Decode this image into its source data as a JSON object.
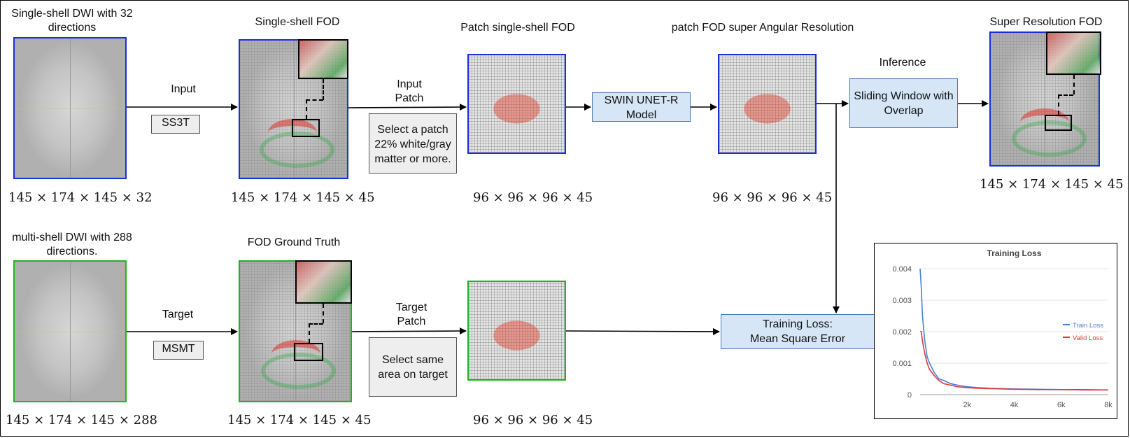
{
  "labels": {
    "dwi_single": "Single-shell DWI with 32 directions",
    "fod_single": "Single-shell FOD",
    "patch_single": "Patch single-shell FOD",
    "patch_sr": "patch FOD super Angular Resolution",
    "sr_fod": "Super Resolution FOD",
    "dwi_multi": "multi-shell DWI with 288 directions.",
    "fod_gt": "FOD Ground Truth",
    "input": "Input",
    "input_patch": "Input Patch",
    "inference": "Inference",
    "target": "Target",
    "target_patch": "Target Patch"
  },
  "boxes": {
    "ss3t": "SS3T",
    "msmt": "MSMT",
    "select_patch": "Select a patch 22% white/gray matter or more.",
    "select_same": "Select same area on target",
    "swin": "SWIN UNET-R Model",
    "sliding": "Sliding Window with Overlap",
    "training_loss_1": "Training Loss:",
    "training_loss_2": "Mean Square Error"
  },
  "dims": {
    "dwi_single": "145 × 174 × 145 × 32",
    "fod_single": "145 × 174 × 145 × 45",
    "patch_single": "96 × 96 × 96 × 45",
    "patch_sr": "96 × 96 × 96 × 45",
    "sr_fod": "145 × 174 × 145 × 45",
    "dwi_multi": "145 × 174 × 145 × 288",
    "fod_gt": "145 × 174 × 145 × 45",
    "patch_target": "96 × 96 × 96 × 45"
  },
  "chart_data": {
    "type": "line",
    "title": "Training Loss",
    "xlabel": "",
    "ylabel": "",
    "x_ticks": [
      "2k",
      "4k",
      "6k",
      "8k"
    ],
    "y_ticks": [
      "0",
      "0.001",
      "0.002",
      "0.003",
      "0.004"
    ],
    "xlim": [
      0,
      8000
    ],
    "ylim": [
      0,
      0.004
    ],
    "legend_position": "right",
    "series": [
      {
        "name": "Train Loss",
        "color": "#4a7fd6",
        "x": [
          0,
          50,
          100,
          200,
          300,
          400,
          600,
          800,
          1000,
          1300,
          1600,
          2000,
          2500,
          3000,
          4000,
          5000,
          6000,
          7000,
          8000
        ],
        "y": [
          0.004,
          0.0034,
          0.0025,
          0.0017,
          0.0012,
          0.001,
          0.0007,
          0.0005,
          0.00045,
          0.00035,
          0.0003,
          0.00025,
          0.00022,
          0.0002,
          0.00018,
          0.00017,
          0.00016,
          0.00016,
          0.00015
        ]
      },
      {
        "name": "Valid Loss",
        "color": "#d93a3a",
        "x": [
          0,
          50,
          100,
          200,
          300,
          400,
          600,
          800,
          1000,
          1300,
          1600,
          2000,
          2500,
          3000,
          4000,
          5000,
          6000,
          7000,
          8000
        ],
        "y": [
          0.002,
          0.002,
          0.0017,
          0.0013,
          0.001,
          0.0008,
          0.0006,
          0.00045,
          0.00035,
          0.0003,
          0.00025,
          0.00022,
          0.0002,
          0.00019,
          0.00017,
          0.00016,
          0.00016,
          0.00015,
          0.00015
        ]
      }
    ]
  }
}
